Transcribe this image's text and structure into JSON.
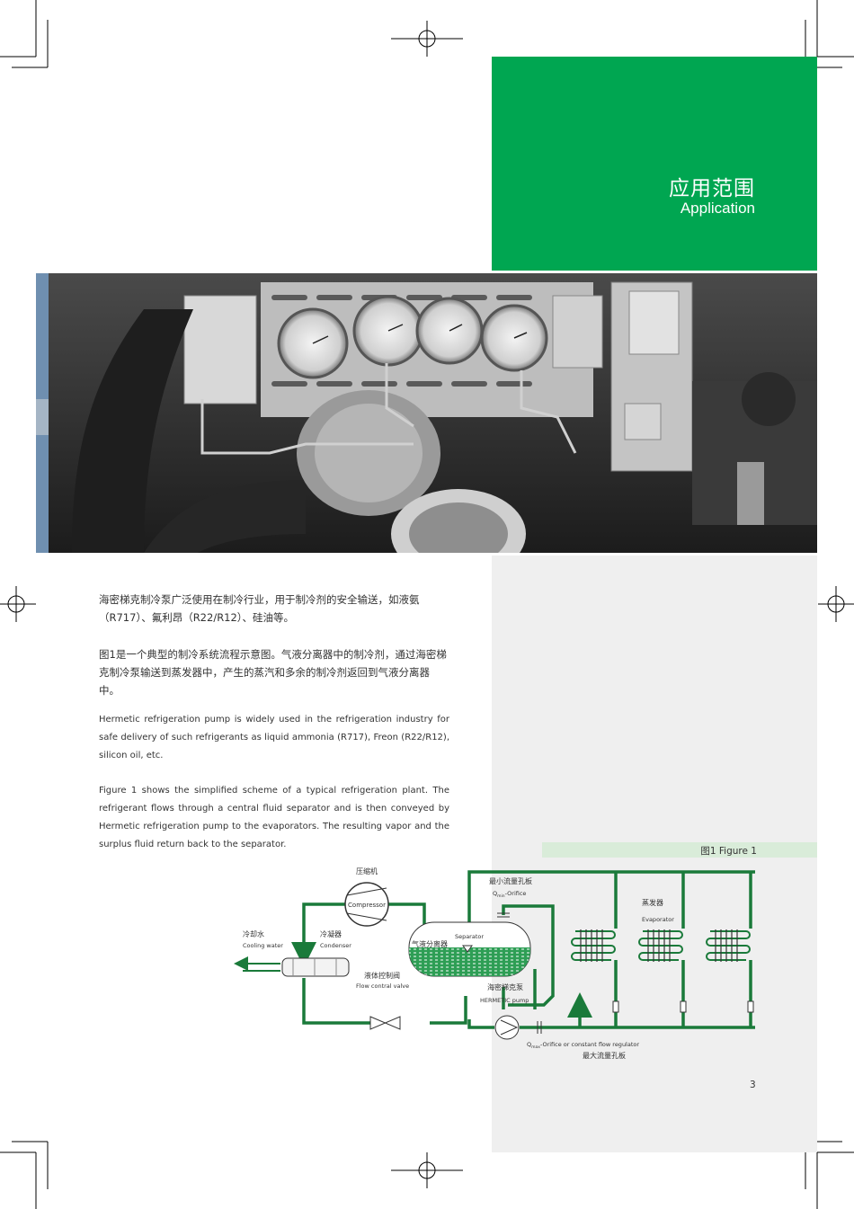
{
  "header": {
    "title_cn": "应用范围",
    "title_en": "Application"
  },
  "body": {
    "cn_para1": "海密梯克制冷泵广泛使用在制冷行业，用于制冷剂的安全输送，如液氨（R717）、氟利昂（R22/R12）、硅油等。",
    "cn_para2": "图1是一个典型的制冷系统流程示意图。气液分离器中的制冷剂，通过海密梯克制冷泵输送到蒸发器中，产生的蒸汽和多余的制冷剂返回到气液分离器中。",
    "en_para1": "Hermetic refrigeration pump is widely used in the refrigeration industry for safe delivery of such refrigerants as liquid ammonia (R717), Freon (R22/R12), silicon oil, etc.",
    "en_para2": "Figure 1 shows the simplified scheme of a typical refrigeration plant. The refrigerant flows through a central fluid separator and is then conveyed by Hermetic refrigeration pump to the evaporators. The resulting vapor and the surplus fluid return back to the separator."
  },
  "figure": {
    "caption": "图1   Figure 1",
    "labels": {
      "compressor_cn": "压缩机",
      "compressor_en": "Compressor",
      "cooling_cn": "冷却水",
      "cooling_en": "Cooling water",
      "condenser_cn": "冷凝器",
      "condenser_en": "Condenser",
      "separator_en": "Separator",
      "separator_cn": "气液分离器",
      "flow_valve_cn": "液体控制阀",
      "flow_valve_en": "Flow contral valve",
      "min_orifice_cn": "最小流量孔板",
      "min_orifice_en": "Q",
      "min_orifice_sub": "min",
      "min_orifice_en2": "-Orifice",
      "evaporator_cn": "蒸发器",
      "evaporator_en": "Evaporator",
      "pump_cn": "海密梯克泵",
      "pump_en": "HERMETIC pump",
      "max_orifice_en": "Q",
      "max_orifice_sub": "max",
      "max_orifice_en2": "-Orifice or constant flow regulator",
      "max_orifice_cn": "最大流量孔板"
    }
  },
  "page_number": "3",
  "colors": {
    "brand_green": "#00a651",
    "pipe_green": "#1a7a3a",
    "caption_bar": "#d9ecd9"
  }
}
